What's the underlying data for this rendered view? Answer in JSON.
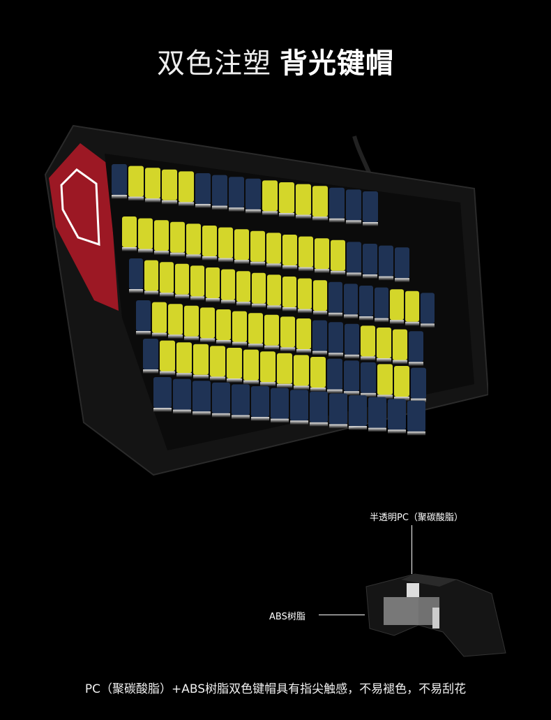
{
  "title": {
    "light": "双色注塑",
    "bold": "背光键帽"
  },
  "labels": {
    "pc": "半透明PC（聚碳酸脂）",
    "abs": "ABS树脂"
  },
  "caption": "PC（聚碳酸脂）+ABS树脂双色键帽具有指尖触感，不易褪色，不易刮花",
  "colors": {
    "yellow": "#d4d62a",
    "navy": "#1f3355",
    "red": "#9c1824",
    "body": "#141414"
  }
}
